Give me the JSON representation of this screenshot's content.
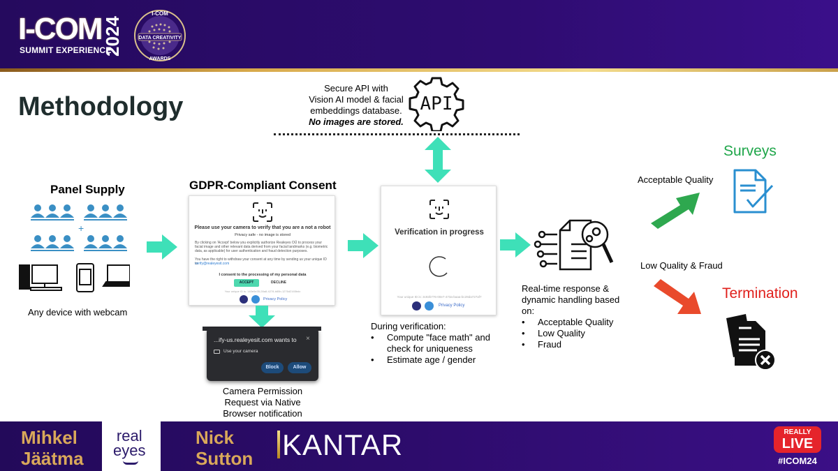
{
  "header": {
    "logo_main": "I-COM",
    "logo_sub": "SUMMIT EXPERIENCE",
    "logo_year": "2024",
    "award_top": "I-COM",
    "award_middle": "DATA CREATIVITY",
    "award_bottom": "AWARDS"
  },
  "slide": {
    "title": "Methodology",
    "api": {
      "lines": [
        "Secure API with",
        "Vision AI model & facial",
        "embeddings database."
      ],
      "emphasis": "No images are stored.",
      "icon_label": "API"
    },
    "panel": {
      "title": "Panel Supply",
      "caption": "Any device with webcam",
      "plus": "+"
    },
    "consent": {
      "title": "GDPR-Compliant Consent",
      "card_heading": "Please use your camera to verify that you are a not a robot",
      "card_sub": "Privacy safe - no image is stored",
      "card_body1": "By clicking on 'Accept' below you explicitly authorize Realeyes OÜ to process your facial image and other relevant data derived from your facial landmarks (e.g. biometric data, as applicable) for user authentication and fraud detection purposes.",
      "card_body2": "You have the right to withdraw your consent at any time by sending us your unique ID to",
      "card_email": "verify@realeyesit.com",
      "consent_line": "I consent to the processing of my personal data",
      "accept": "ACCEPT",
      "decline": "DECLINE",
      "unique_id": "Your unique ID is: 140e0e35-28a8-4278-b85b-1276d2165bdc",
      "privacy": "Privacy Policy"
    },
    "browser_popup": {
      "site": "...ify-us.realeyesit.com wants to",
      "permission": "Use your camera",
      "block": "Block",
      "allow": "Allow",
      "caption": [
        "Camera Permission",
        "Request via Native",
        "Browser notification"
      ]
    },
    "verification": {
      "heading": "Verification in progress",
      "unique_id": "Your unique ID is: 3c92b776-00e7-473a-baaa-bc28da727af7",
      "privacy": "Privacy Policy",
      "caption_title": "During verification:",
      "bullets": [
        "Compute \"face math\" and check for uniqueness",
        "Estimate age / gender"
      ]
    },
    "response": {
      "caption": "Real-time response & dynamic handling based on:",
      "bullets": [
        "Acceptable Quality",
        "Low Quality",
        "Fraud"
      ]
    },
    "outcomes": {
      "good_label": "Acceptable Quality",
      "good_title": "Surveys",
      "good_color": "#1fa64a",
      "bad_label": "Low Quality & Fraud",
      "bad_title": "Termination",
      "bad_color": "#e0201c"
    }
  },
  "footer": {
    "speaker1": [
      "Mihkel",
      "Jäätma"
    ],
    "speaker1_company": [
      "real",
      "eyes"
    ],
    "speaker2": [
      "Nick",
      "Sutton"
    ],
    "speaker2_company": "KANTAR",
    "live_top": "REALLY",
    "live_main": "LIVE",
    "hashtag": "#ICOM24"
  }
}
